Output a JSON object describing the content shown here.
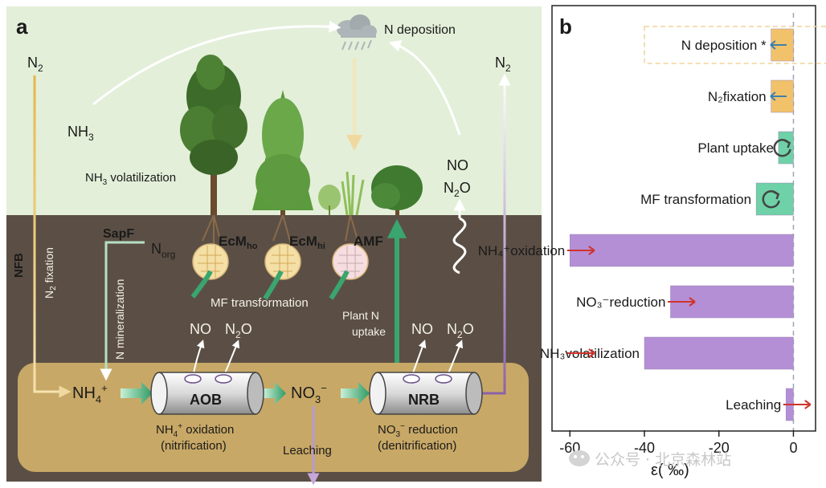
{
  "panel_a": {
    "letter": "a",
    "n_deposition": "N deposition",
    "n2_left": "N",
    "n2_right": "N",
    "nh3": "NH",
    "nh3_volat": "volatilization",
    "no_top": "NO",
    "n2o_top": "N",
    "nfb": "NFB",
    "n2_fixation": "N",
    "n2_fixation_rest": "fixation",
    "sapf": "SapF",
    "norg": "N",
    "norg_sub": "org",
    "n_mineralization": "N mineralization",
    "ecm_ho": "EcM",
    "ecm_ho_sub": "ho",
    "ecm_hi": "EcM",
    "ecm_hi_sub": "hi",
    "amf": "AMF",
    "mf_transformation": "MF transformation",
    "plant_n_uptake_1": "Plant N",
    "plant_n_uptake_2": "uptake",
    "no_left": "NO",
    "n2o_left": "N",
    "no_right": "NO",
    "n2o_right": "N",
    "nh4": "NH",
    "aob": "AOB",
    "no3": "NO",
    "nrb": "NRB",
    "nh4_oxidation": "NH",
    "nh4_oxidation_rest": "oxidation",
    "nitrification": "(nitrification)",
    "no3_reduction": "NO",
    "no3_reduction_rest": "reduction",
    "denitrification": "(denitrification)",
    "leaching": "Leaching",
    "watermark": "公众号 · 北京森林站"
  },
  "chart_data": {
    "type": "bar",
    "panel_letter": "b",
    "xlabel": "ε( ‰)",
    "xlim": [
      -62,
      4
    ],
    "xticks": [
      -60,
      -40,
      -20,
      0
    ],
    "xtick_labels": [
      "-60",
      "-40",
      "-20",
      "0"
    ],
    "categories": [
      "N deposition *",
      "N₂fixation",
      "Plant uptake",
      "MF transformation",
      "NH₄⁺oxidation",
      "NO₃⁻reduction",
      "NH₃volatilization",
      "Leaching"
    ],
    "values": [
      -6,
      -6,
      -4,
      -10,
      -60,
      -33,
      -40,
      -2
    ],
    "dashed_box_range": [
      -40,
      10
    ],
    "colors": [
      "#f2c26b",
      "#f2c26b",
      "#6fd1a7",
      "#6fd1a7",
      "#b48fd6",
      "#b48fd6",
      "#b48fd6",
      "#b48fd6"
    ],
    "markers": [
      "arrow-left",
      "arrow-left",
      "cycle",
      "cycle",
      "arrow-right",
      "arrow-right",
      "arrow-right",
      "arrow-right"
    ],
    "marker_colors": [
      "#3e7fa8",
      "#3e7fa8",
      "#444444",
      "#444444",
      "#d0342c",
      "#d0342c",
      "#d0342c",
      "#d0342c"
    ],
    "marker_x": [
      -4,
      -4,
      -3,
      -6,
      -56,
      -29,
      -56,
      2
    ],
    "grid": false,
    "zero_line": "dashed"
  }
}
